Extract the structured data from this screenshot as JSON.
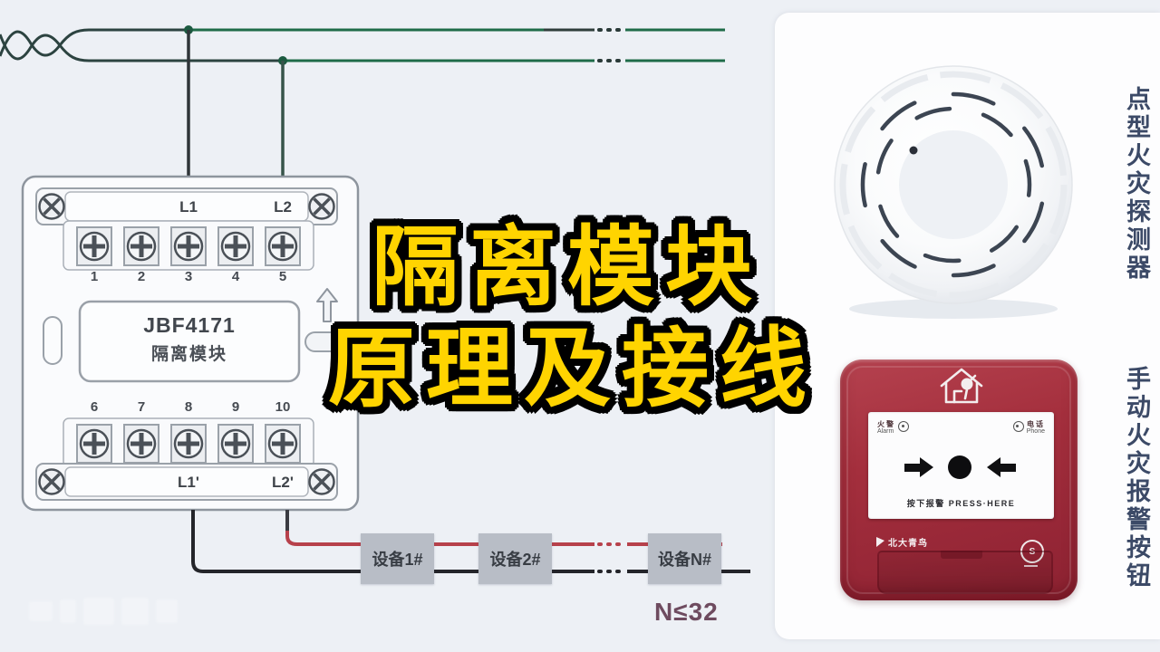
{
  "title": {
    "line1": "隔离模块",
    "line2": "原理及接线",
    "color": "#ffd400"
  },
  "diagram": {
    "module": {
      "model": "JBF4171",
      "name": "隔离模块",
      "top_labels": {
        "l1": "L1",
        "l2": "L2"
      },
      "bottom_labels": {
        "l1": "L1'",
        "l2": "L2'"
      },
      "top_terminals": [
        "1",
        "2",
        "3",
        "4",
        "5"
      ],
      "bottom_terminals": [
        "6",
        "7",
        "8",
        "9",
        "10"
      ]
    },
    "devices": [
      "设备1#",
      "设备2#",
      "设备N#"
    ],
    "device_limit": "N≤32",
    "wire_colors": {
      "loop_green": "#1e6b48",
      "twisted_dark": "#2c4340",
      "out_red": "#b7414b",
      "out_black": "#24252a"
    }
  },
  "right_panel": {
    "detector_label": "点型火灾探测器",
    "callpoint_label": "手动火灾报警按钮",
    "callpoint": {
      "body_color": "#a42f3d",
      "alarm_cn": "火警",
      "alarm_en": "Alarm",
      "phone_cn": "电话",
      "phone_en": "Phone",
      "press_text": "按下报警 PRESS·HERE",
      "brand": "北大青鸟"
    }
  }
}
